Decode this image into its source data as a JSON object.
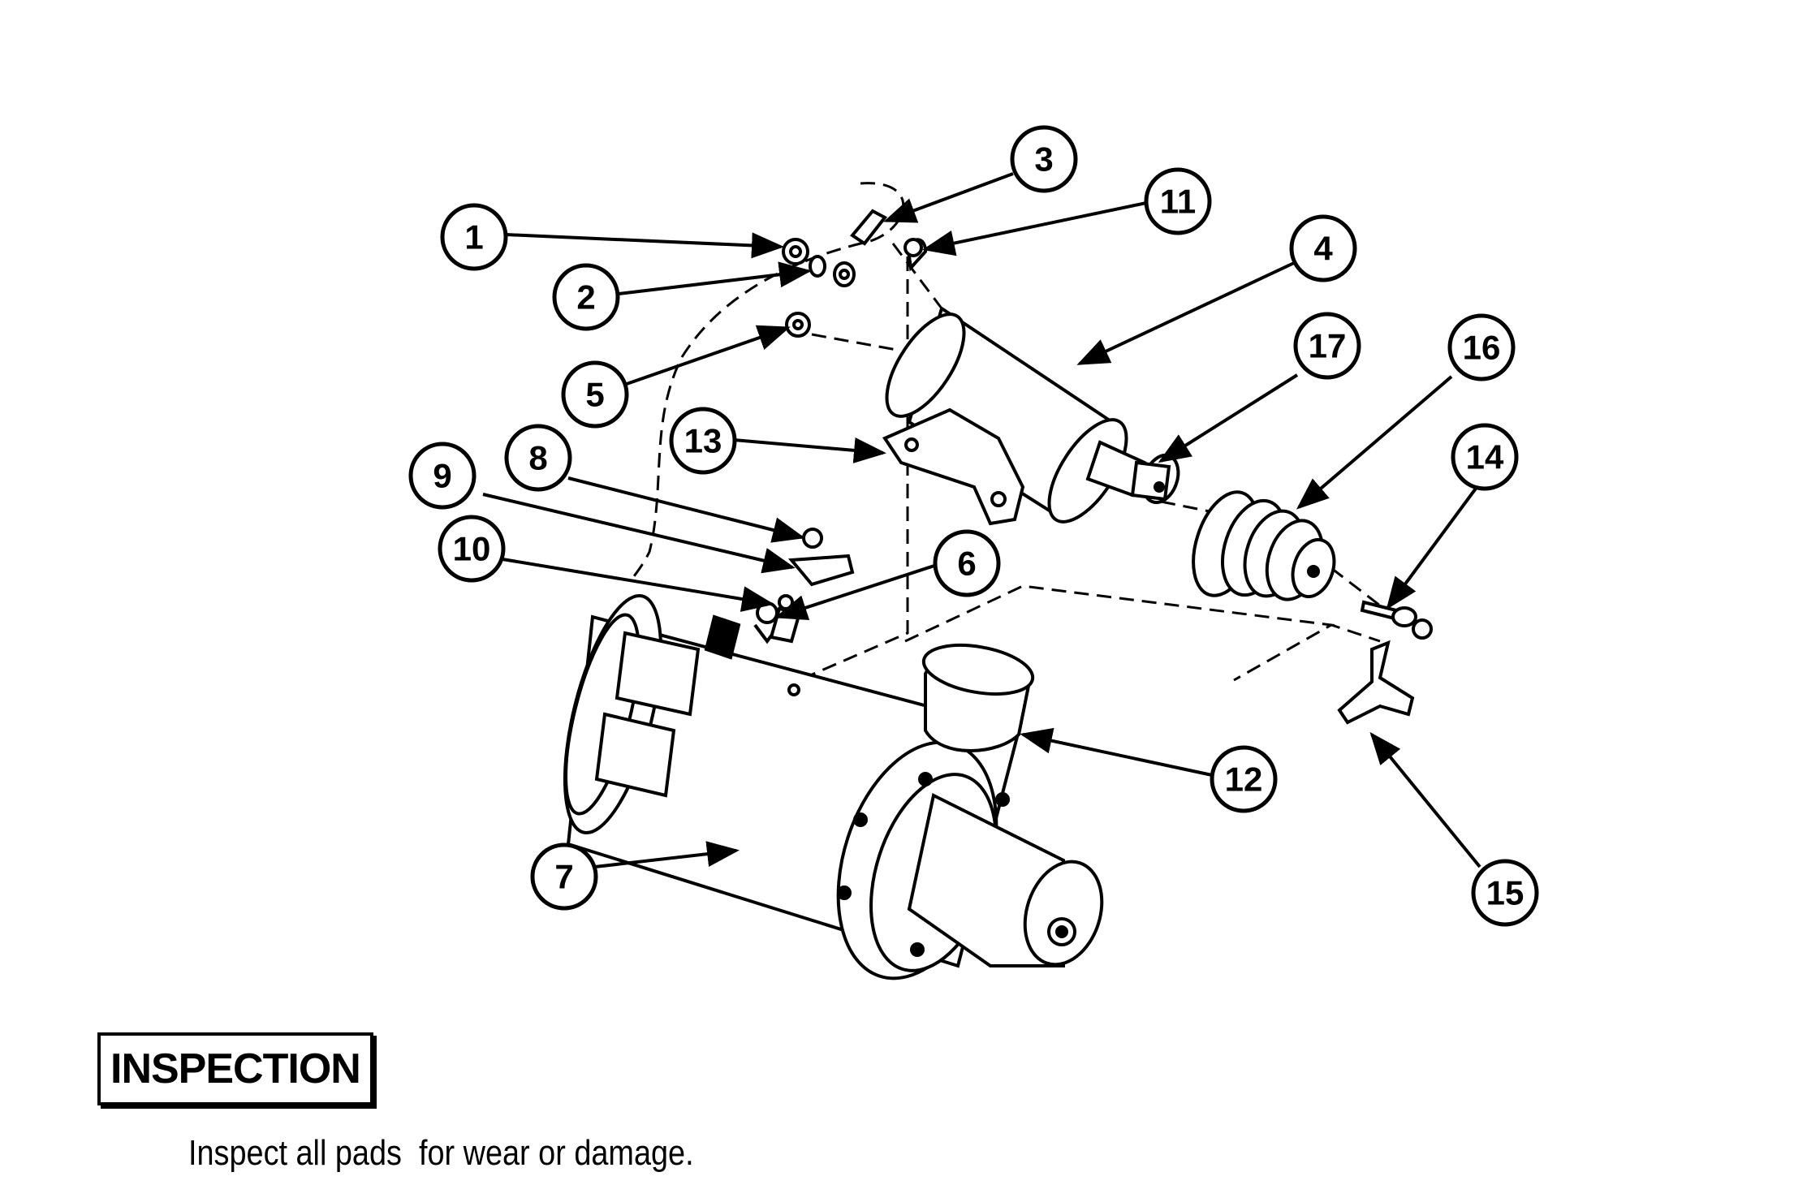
{
  "callouts": [
    "1",
    "2",
    "3",
    "4",
    "5",
    "6",
    "7",
    "8",
    "9",
    "10",
    "11",
    "12",
    "13",
    "14",
    "15",
    "16",
    "17"
  ],
  "section": {
    "heading": "INSPECTION",
    "body": "Inspect all pads  for wear or damage."
  }
}
